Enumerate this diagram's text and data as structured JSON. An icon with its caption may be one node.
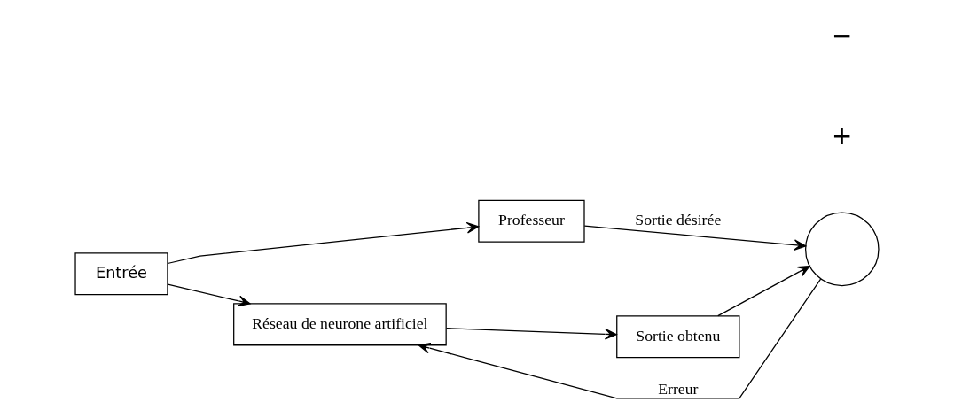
{
  "diagram": {
    "nodes": [
      {
        "text": [
          "Entrée"
        ]
      },
      {
        "text": [
          "Professeur"
        ]
      },
      {
        "text": [
          "Réseau de neurone artificiel"
        ]
      },
      {
        "text": [
          "Sortie obtenu"
        ]
      },
      {
        "text": [],
        "shape": "circle"
      }
    ],
    "edges": [
      {
        "from": 0,
        "to": 1,
        "arrow": "to"
      },
      {
        "from": 0,
        "to": 2,
        "arrow": "to"
      },
      {
        "from": 2,
        "to": 3,
        "arrow": "to"
      },
      {
        "from": 1,
        "to": 4,
        "arrow": "to",
        "label": "Sortie désirée"
      },
      {
        "from": 3,
        "to": 4,
        "arrow": "to"
      },
      {
        "from": 4,
        "to": 2,
        "arrow": "to",
        "label": "Erreur"
      }
    ],
    "labels": [
      "+",
      "−"
    ]
  }
}
